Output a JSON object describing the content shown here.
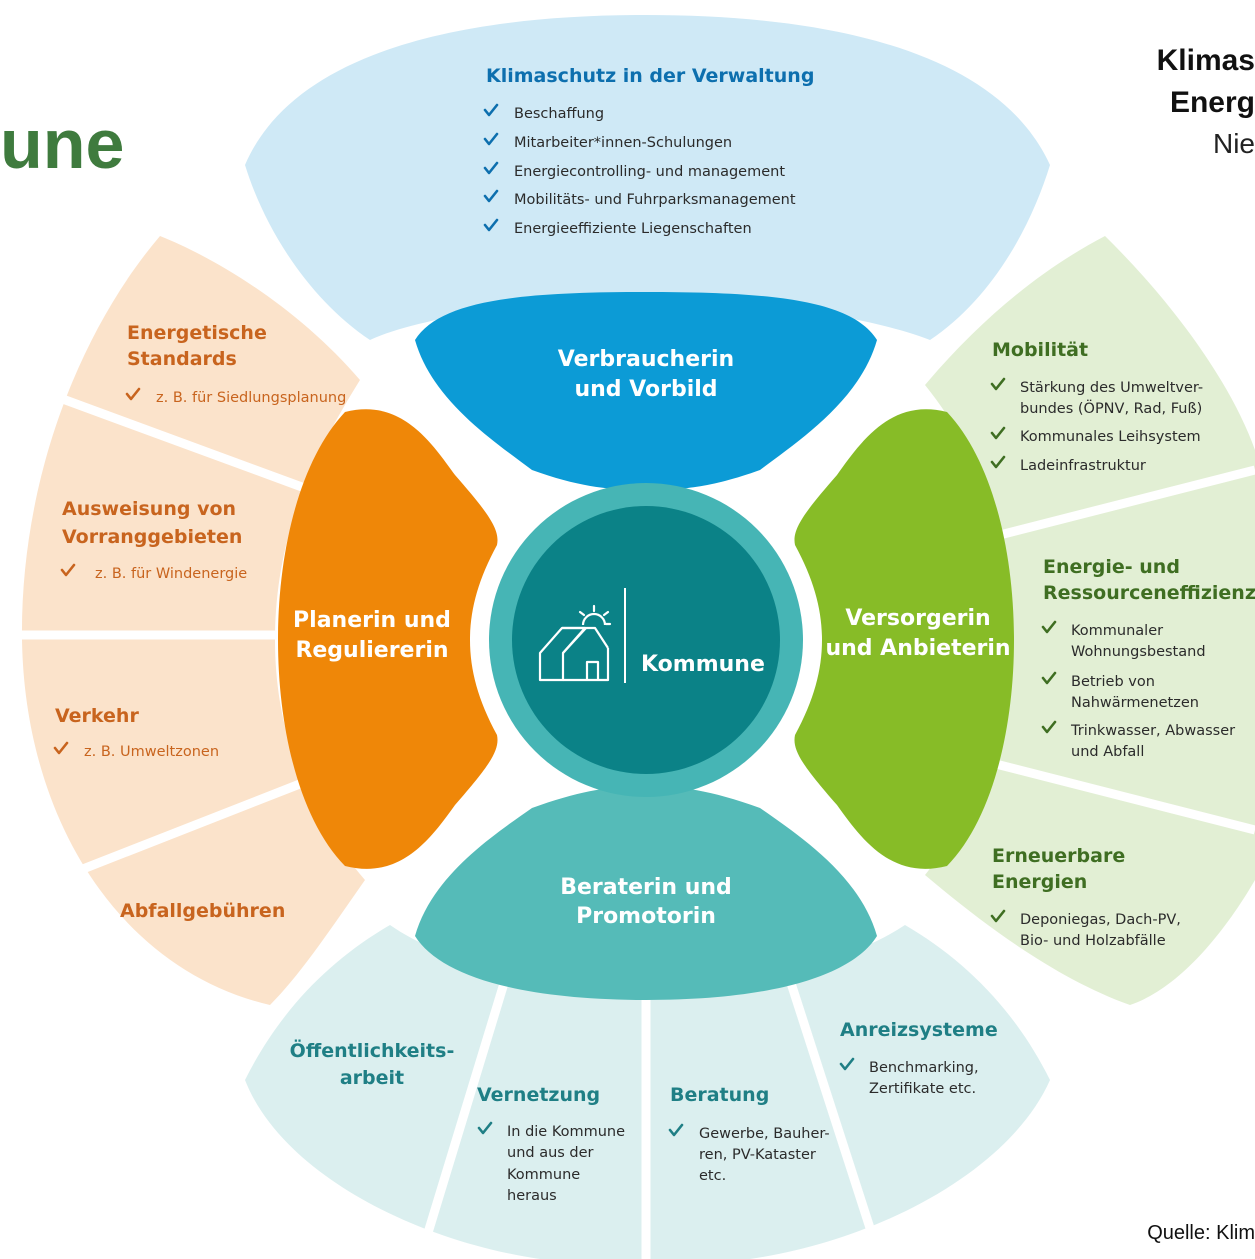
{
  "fragments": {
    "title_left": "une",
    "right_line1": "Klimas",
    "right_line2": "Energ",
    "right_line3": "Nie",
    "source": "Quelle: Klim"
  },
  "colors": {
    "blue_inner": "#0c9bd6",
    "blue_outer": "#cfe9f6",
    "green_inner": "#87bc27",
    "green_outer": "#e2efd4",
    "orange_inner": "#ef8708",
    "orange_outer": "#fbe3cb",
    "teal_inner": "#55bbb8",
    "teal_outer": "#dbefef",
    "hub_ring": "#46b5b5",
    "hub_core": "#0b8287"
  },
  "center": {
    "label": "Kommune",
    "icon": "house-sun-icon"
  },
  "roles": {
    "top": [
      "Verbraucherin",
      "und Vorbild"
    ],
    "left": [
      "Planerin und",
      "Reguliererin"
    ],
    "right": [
      "Versorgerin",
      "und Anbieterin"
    ],
    "bottom": [
      "Beraterin und",
      "Promotorin"
    ]
  },
  "top_panel": {
    "heading": "Klimaschutz in der Verwaltung",
    "items": [
      "Beschaffung",
      "Mitarbeiter*innen-Schulungen",
      "Energiecontrolling- und management",
      "Mobilitäts- und Fuhrparksmanagement",
      "Energieeffiziente Liegenschaften"
    ]
  },
  "left_panels": [
    {
      "heading": [
        "Energetische",
        "Standards"
      ],
      "item": "z. B. für Siedlungsplanung"
    },
    {
      "heading": [
        "Ausweisung von",
        "Vorranggebieten"
      ],
      "item": "z. B. für Windenergie"
    },
    {
      "heading": [
        "Verkehr"
      ],
      "item": "z. B. Umweltzonen"
    },
    {
      "heading": [
        "Abfallgebühren"
      ],
      "item": ""
    }
  ],
  "right_panels": [
    {
      "heading": [
        "Mobilität"
      ],
      "items": [
        [
          "Stärkung des Umweltver-",
          "bundes (ÖPNV, Rad, Fuß)"
        ],
        [
          "Kommunales Leihsystem"
        ],
        [
          "Ladeinfrastruktur"
        ]
      ]
    },
    {
      "heading": [
        "Energie- und",
        "Ressourceneffizienz"
      ],
      "items": [
        [
          "Kommunaler",
          "Wohnungsbestand"
        ],
        [
          "Betrieb von",
          "Nahwärmenetzen"
        ],
        [
          "Trinkwasser, Abwasser",
          "und Abfall"
        ]
      ]
    },
    {
      "heading": [
        "Erneuerbare",
        "Energien"
      ],
      "items": [
        [
          "Deponiegas, Dach-PV,",
          "Bio- und Holzabfälle"
        ]
      ]
    }
  ],
  "bottom_panels": [
    {
      "heading": [
        "Öffentlichkeits-",
        "arbeit"
      ],
      "items": []
    },
    {
      "heading": [
        "Vernetzung"
      ],
      "items": [
        [
          "In die Kommune",
          "und aus der",
          "Kommune",
          "heraus"
        ]
      ]
    },
    {
      "heading": [
        "Beratung"
      ],
      "items": [
        [
          "Gewerbe, Bauher-",
          "ren, PV-Kataster",
          "etc."
        ]
      ]
    },
    {
      "heading": [
        "Anreizsysteme"
      ],
      "items": [
        [
          "Benchmarking,",
          "Zertifikate etc."
        ]
      ]
    }
  ]
}
